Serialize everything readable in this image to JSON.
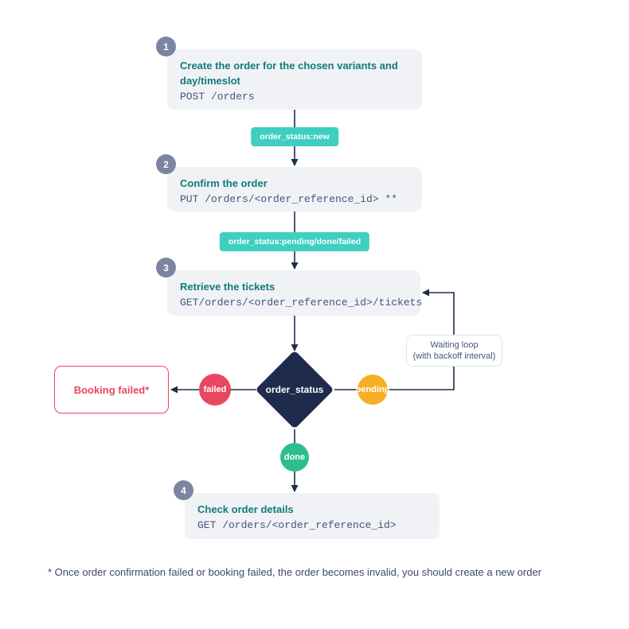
{
  "steps": [
    {
      "number": "1",
      "title": "Create the order for the chosen variants and day/timeslot",
      "code": "POST /orders"
    },
    {
      "number": "2",
      "title": "Confirm the order",
      "code": "PUT /orders/<order_reference_id> **"
    },
    {
      "number": "3",
      "title": "Retrieve the tickets",
      "code": "GET/orders/<order_reference_id>/tickets"
    },
    {
      "number": "4",
      "title": "Check order details",
      "code": "GET /orders/<order_reference_id>"
    }
  ],
  "status_pills": [
    {
      "label": "order_status:new"
    },
    {
      "label": "order_status:pending/done/failed"
    }
  ],
  "decision": {
    "label": "order_status"
  },
  "branches": {
    "failed": "failed",
    "pending": "pending",
    "done": "done"
  },
  "booking_failed": {
    "label": "Booking failed*"
  },
  "waiting_loop": {
    "line1": "Waiting loop",
    "line2": "(with backoff interval)"
  },
  "footnote": "* Once order confirmation failed or booking failed, the order becomes invalid, you should create a new order",
  "colors": {
    "accent_teal": "#3ecfc0",
    "heading_teal": "#0e7c78",
    "navy": "#1f2b4d",
    "failed_red": "#e94760",
    "pending_amber": "#f5af24",
    "done_green": "#2dbd8e",
    "card_bg": "#f0f2f6",
    "step_badge_gray": "#7b84a1"
  }
}
